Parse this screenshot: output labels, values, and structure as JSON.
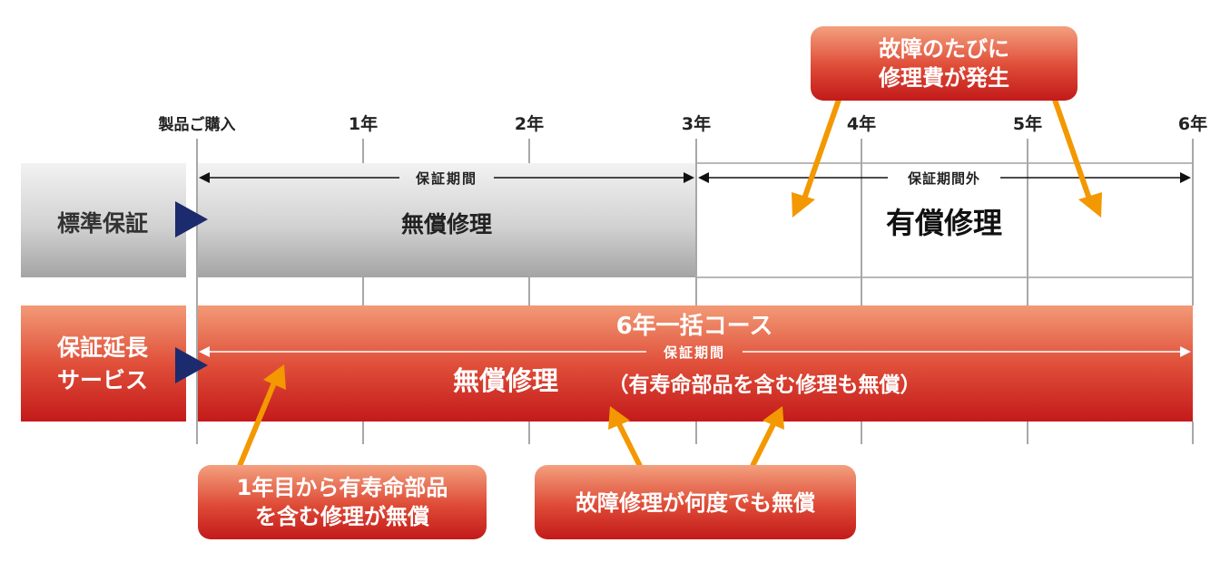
{
  "timeline": {
    "ticks": [
      "製品ご購入",
      "1年",
      "2年",
      "3年",
      "4年",
      "5年",
      "6年"
    ]
  },
  "standard": {
    "label": "標準保証",
    "period_label": "保証期間",
    "period_text": "無償修理",
    "outside_label": "保証期間外",
    "outside_text": "有償修理"
  },
  "extended": {
    "label_line1": "保証延長",
    "label_line2": "サービス",
    "course": "6年一括コース",
    "period_label": "保証期間",
    "main_text": "無償修理",
    "sub_text": "（有寿命部品を含む修理も無償）"
  },
  "callouts": {
    "paid_line1": "故障のたびに",
    "paid_line2": "修理費が発生",
    "parts_line1": "1年目から有寿命部品",
    "parts_line2": "を含む修理が無償",
    "repeat": "故障修理が何度でも無償"
  },
  "colors": {
    "red_top": "#f0906c",
    "red_bottom": "#c81e1c",
    "gray_top": "#e8e8e8",
    "gray_bottom": "#a8a8a8",
    "arrow": "#f39800",
    "navy": "#1c2a6e"
  }
}
